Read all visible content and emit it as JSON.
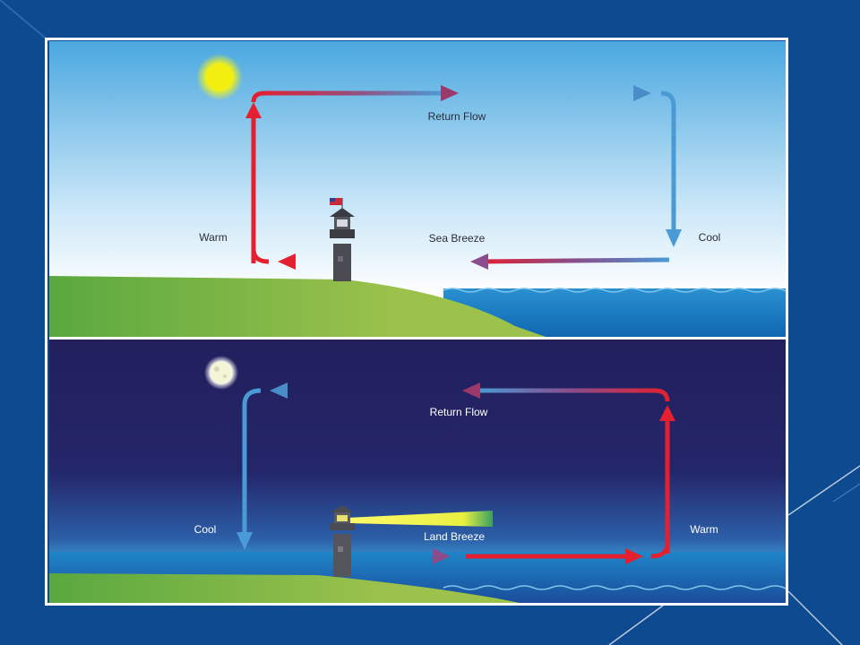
{
  "colors": {
    "page_background": "#0d4a8f",
    "warm_arrow": "#e41f2f",
    "cool_arrow": "#4a9ad6",
    "day_sky_top": "#4aa8e0",
    "night_sky": "#221f5c",
    "land": "#6bb04a",
    "sea": "#1f86c8"
  },
  "icons": {
    "sun": "sun-icon",
    "moon": "moon-icon",
    "lighthouse": "lighthouse-icon",
    "flag": "flag-icon"
  },
  "day": {
    "return_flow": "Return Flow",
    "sea_breeze": "Sea Breeze",
    "warm": "Warm",
    "cool": "Cool"
  },
  "night": {
    "return_flow": "Return Flow",
    "land_breeze": "Land Breeze",
    "warm": "Warm",
    "cool": "Cool"
  }
}
